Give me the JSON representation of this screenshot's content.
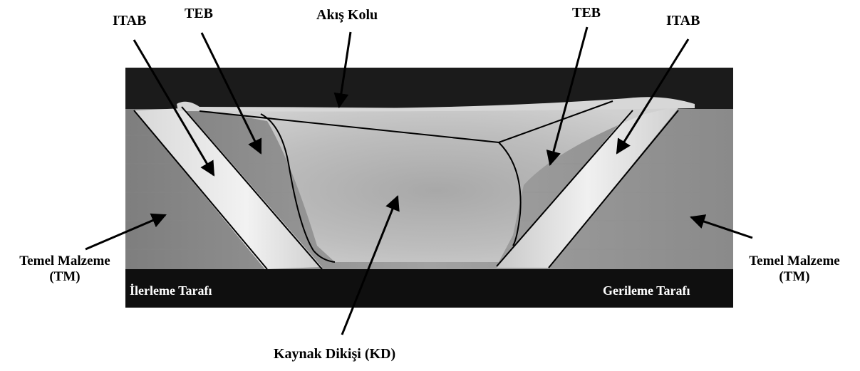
{
  "labels": {
    "itab_left": "ITAB",
    "teb_left": "TEB",
    "akis_kolu": "Akış Kolu",
    "teb_right": "TEB",
    "itab_right": "ITAB",
    "temel_left_line1": "Temel Malzeme",
    "temel_left_line2": "(TM)",
    "temel_right_line1": "Temel Malzeme",
    "temel_right_line2": "(TM)",
    "ilerleme": "İlerleme Tarafı",
    "gerileme": "Gerileme Tarafı",
    "kaynak": "Kaynak Dikişi (KD)"
  },
  "colors": {
    "background": "#ffffff",
    "dark_band": "#1a1a1a",
    "metal_base": "#9a9a9a",
    "weld_nugget": "#b4b4b4",
    "haz_light": "#e8e8e8",
    "line": "#000000",
    "band_text": "#ffffff"
  }
}
